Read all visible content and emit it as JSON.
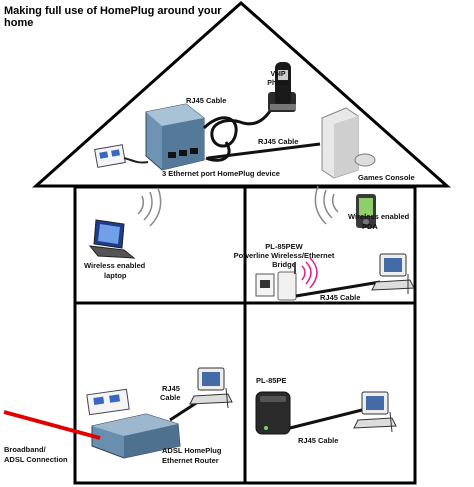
{
  "title_lines": [
    "Making full use of HomePlug around your",
    "home"
  ],
  "labels": {
    "voip_phone": [
      "VoIP",
      "Phone"
    ],
    "rj45_attic_left": "RJ45 Cable",
    "rj45_attic_right": "RJ45 Cable",
    "homeplug_device": "3 Ethernet port HomePlug device",
    "games_console": "Games Console",
    "wireless_pda": [
      "Wireless enabled",
      "PDA"
    ],
    "wireless_laptop": [
      "Wireless enabled",
      "laptop"
    ],
    "bridge": [
      "PL-85PEW",
      "Powerline Wireless/Ethernet",
      "Bridge"
    ],
    "rj45_bridge": "RJ45 Cable",
    "rj45_router": [
      "RJ45",
      "Cable"
    ],
    "pl85pe": "PL-85PE",
    "rj45_pe": "RJ45 Cable",
    "broadband": [
      "Broadband/",
      "ADSL Connection"
    ],
    "router": [
      "ADSL HomePlug",
      "Ethernet Router"
    ]
  },
  "colors": {
    "outline": "#000000",
    "broadband_cable": "#e00000",
    "device_blue": "#5e87a8",
    "device_dark": "#2a2a2a",
    "bridge_pink": "#e0208a"
  }
}
